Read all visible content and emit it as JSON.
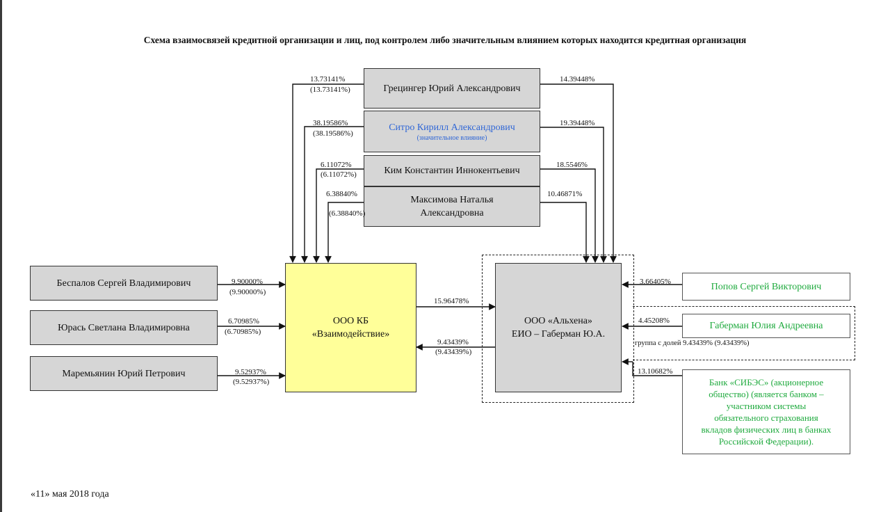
{
  "title": "Схема взаимосвязей кредитной организации и лиц, под контролем либо значительным влиянием которых находится кредитная организация",
  "date": "«11» мая 2018 года",
  "persons_top": [
    {
      "name": "Грецингер Юрий Александрович",
      "share_kb": "13.73141%",
      "share_kb_paren": "(13.73141%)",
      "share_alkhena": "14.39448%"
    },
    {
      "name": "Ситро Кирилл Александрович",
      "note": "(значительное влияние)",
      "share_kb": "38.19586%",
      "share_kb_paren": "(38.19586%)",
      "share_alkhena": "19.39448%"
    },
    {
      "name": "Ким Константин Иннокентьевич",
      "share_kb": "6.11072%",
      "share_kb_paren": "(6.11072%)",
      "share_alkhena": "18.5546%"
    },
    {
      "name_line1": "Максимова Наталья",
      "name_line2": "Александровна",
      "share_kb": "6.38840%",
      "share_kb_paren": "(6.38840%)",
      "share_alkhena": "10.46871%"
    }
  ],
  "persons_left": [
    {
      "name": "Беспалов Сергей Владимирович",
      "share": "9.90000%",
      "share_paren": "(9.90000%)"
    },
    {
      "name": "Юрась Светлана Владимировна",
      "share": "6.70985%",
      "share_paren": "(6.70985%)"
    },
    {
      "name": "Маремьянин Юрий Петрович",
      "share": "9.52937%",
      "share_paren": "(9.52937%)"
    }
  ],
  "bank": {
    "line1": "ООО КБ",
    "line2": "«Взаимодействие»"
  },
  "alkhena": {
    "line1": "ООО «Альхена»",
    "line2": "ЕИО – Габерман Ю.А."
  },
  "cross": {
    "kb_to_alkhena": "15.96478%",
    "alkhena_to_kb": "9.43439%",
    "alkhena_to_kb_paren": "(9.43439%)"
  },
  "persons_right": [
    {
      "name": "Попов Сергей Викторович",
      "share": "3.66405%"
    },
    {
      "name": "Габерман Юлия Андреевна",
      "share": "4.45208%"
    }
  ],
  "group_label": "группа с долей 9.43439% (9.43439%)",
  "sibes": {
    "share": "13.10682%",
    "lines": [
      "Банк «СИБЭС» (акционерное",
      "общество) (является банком –",
      "участником системы",
      "обязательного страхования",
      "вкладов физических лиц в банках",
      "Российской Федерации)."
    ]
  },
  "colors": {
    "green": "#1faa3e",
    "blue": "#2f66d6",
    "yellow": "#ffff99",
    "gray": "#d6d6d6"
  }
}
